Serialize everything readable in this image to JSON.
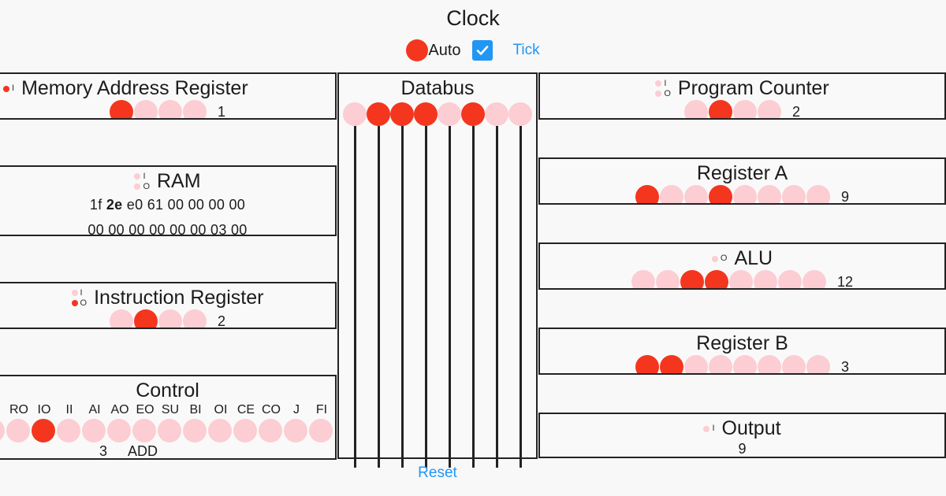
{
  "colors": {
    "led_on": "#f4361f",
    "led_off": "#fccdd3",
    "accent_link": "#2196f3",
    "checkbox": "#2196f3",
    "border": "#222222",
    "background": "#f8f8f8",
    "panel_bg": "#f9f9f9",
    "text": "#1c1c1c"
  },
  "clock": {
    "title": "Clock",
    "led_state": "on",
    "auto_label": "Auto",
    "auto_checked": true,
    "tick_label": "Tick"
  },
  "memory_address_register": {
    "title": "Memory Address Register",
    "signals": [
      {
        "letter": "I",
        "state": "on"
      }
    ],
    "leds": [
      1,
      0,
      0,
      0
    ],
    "value": "1"
  },
  "ram": {
    "title": "RAM",
    "signals": [
      {
        "letter": "I",
        "state": "off"
      },
      {
        "letter": "O",
        "state": "off"
      }
    ],
    "rows": [
      {
        "cells": [
          "1f",
          "2e",
          "e0",
          "61",
          "00",
          "00",
          "00",
          "00"
        ],
        "highlight_index": 1
      },
      {
        "cells": [
          "00",
          "00",
          "00",
          "00",
          "00",
          "00",
          "03",
          "00"
        ],
        "highlight_index": -1
      }
    ]
  },
  "instruction_register": {
    "title": "Instruction Register",
    "signals": [
      {
        "letter": "I",
        "state": "off"
      },
      {
        "letter": "O",
        "state": "on"
      }
    ],
    "leds": [
      0,
      1,
      0,
      0
    ],
    "value": "2"
  },
  "control": {
    "title": "Control",
    "labels": [
      "RO",
      "IO",
      "II",
      "AI",
      "AO",
      "EO",
      "SU",
      "BI",
      "OI",
      "CE",
      "CO",
      "J",
      "FI"
    ],
    "leds": [
      0,
      1,
      0,
      0,
      0,
      0,
      0,
      0,
      0,
      0,
      0,
      0,
      0
    ],
    "step": "3",
    "instruction": "ADD"
  },
  "databus": {
    "title": "Databus",
    "leds": [
      0,
      1,
      1,
      1,
      0,
      1,
      0,
      0
    ]
  },
  "reset": {
    "label": "Reset"
  },
  "program_counter": {
    "title": "Program Counter",
    "signals": [
      {
        "letter": "I",
        "state": "off"
      },
      {
        "letter": "O",
        "state": "off"
      }
    ],
    "leds": [
      0,
      1,
      0,
      0
    ],
    "value": "2"
  },
  "register_a": {
    "title": "Register A",
    "signals": [],
    "leds": [
      1,
      0,
      0,
      1,
      0,
      0,
      0,
      0
    ],
    "value": "9"
  },
  "alu": {
    "title": "ALU",
    "signals": [
      {
        "letter": "O",
        "state": "off"
      }
    ],
    "leds": [
      0,
      0,
      1,
      1,
      0,
      0,
      0,
      0
    ],
    "value": "12"
  },
  "register_b": {
    "title": "Register B",
    "signals": [],
    "leds": [
      1,
      1,
      0,
      0,
      0,
      0,
      0,
      0
    ],
    "value": "3"
  },
  "output": {
    "title": "Output",
    "signals": [
      {
        "letter": "I",
        "state": "off"
      }
    ],
    "value": "9"
  }
}
